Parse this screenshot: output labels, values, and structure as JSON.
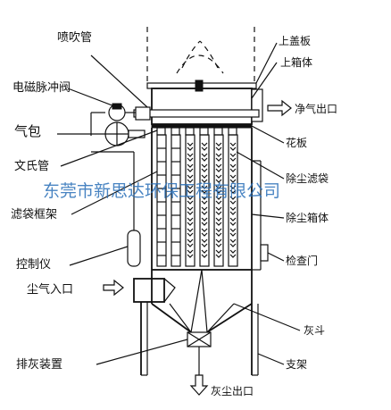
{
  "labels": {
    "pulse_pipe": "喷吹管",
    "solenoid": "电磁脉冲阀",
    "air_bag": "气包",
    "venturi": "文氏管",
    "cage": "滤袋框架",
    "controller": "控制仪",
    "dust_inlet": "尘气入口",
    "discharge": "排灰装置",
    "top_cover": "上盖板",
    "upper_box": "上箱体",
    "clean_outlet": "净气出口",
    "tube_sheet": "花板",
    "filter_bag": "除尘滤袋",
    "dust_box": "除尘箱体",
    "inspection_door": "检查门",
    "hopper": "灰斗",
    "support": "支架",
    "dust_outlet": "灰尘出口"
  },
  "watermark": "东莞市新思达环保工程有限公司",
  "colors": {
    "line": "#111111",
    "watermark": "#2a6fb8",
    "background": "#ffffff"
  }
}
